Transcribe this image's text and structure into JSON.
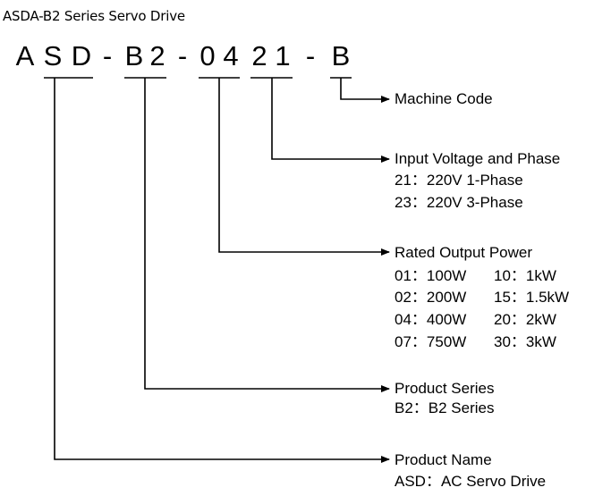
{
  "title": "ASDA-B2 Series Servo Drive",
  "model_code": [
    "A",
    "S",
    "D",
    "-",
    "B",
    "2",
    "-",
    "0",
    "4",
    "2",
    "1",
    "-",
    "B"
  ],
  "fields": {
    "machine_code": {
      "label": "Machine Code",
      "options": []
    },
    "input_voltage": {
      "label": "Input Voltage and Phase",
      "options": [
        "21：220V 1-Phase",
        "23：220V 3-Phase"
      ]
    },
    "rated_power": {
      "label": "Rated Output Power",
      "options": [
        [
          "01：100W",
          "10：1kW"
        ],
        [
          "02：200W",
          "15：1.5kW"
        ],
        [
          "04：400W",
          "20：2kW"
        ],
        [
          "07：750W",
          "30：3kW"
        ]
      ]
    },
    "product_series": {
      "label": "Product Series",
      "options": [
        "B2：B2 Series"
      ]
    },
    "product_name": {
      "label": "Product Name",
      "options": [
        "ASD：AC Servo Drive"
      ]
    }
  }
}
